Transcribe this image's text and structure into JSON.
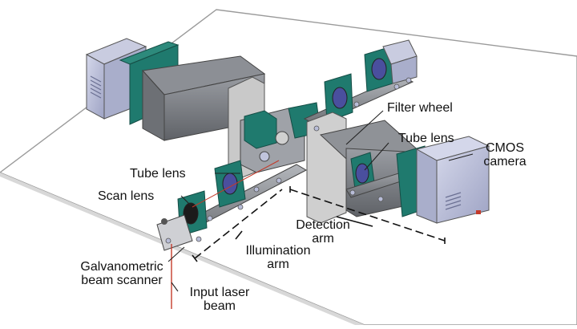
{
  "labels": {
    "filter_wheel": "Filter wheel",
    "tube_lens_detection": "Tube lens",
    "cmos_camera": [
      "CMOS",
      "camera"
    ],
    "tube_lens_illumination": "Tube lens",
    "scan_lens": "Scan lens",
    "detection_arm": [
      "Detection",
      "arm"
    ],
    "illumination_arm": [
      "Illumination",
      "arm"
    ],
    "galvanometric_scanner": [
      "Galvanometric",
      "beam scanner"
    ],
    "input_laser_beam": [
      "Input laser",
      "beam"
    ]
  },
  "colors": {
    "mount_teal": "#1f7a6e",
    "camera_lavender": "#b8bdd8",
    "lens_blue": "#4a4f9e",
    "rail_gray": "#8a8d92",
    "laser_red": "#c43a2a"
  }
}
